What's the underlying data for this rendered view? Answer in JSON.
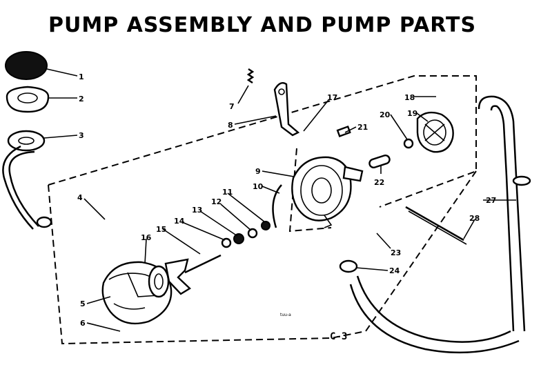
{
  "title": "PUMP ASSEMBLY AND PUMP PARTS",
  "page_code": "C-3",
  "small_code": "tuu-a",
  "callouts": [
    "1",
    "2",
    "3",
    "4",
    "5",
    "6",
    "7",
    "8",
    "9",
    "10",
    "11",
    "12",
    "13",
    "14",
    "15",
    "16",
    "17",
    "18",
    "19",
    "20",
    "21",
    "22",
    "23",
    "24",
    "27",
    "28"
  ]
}
